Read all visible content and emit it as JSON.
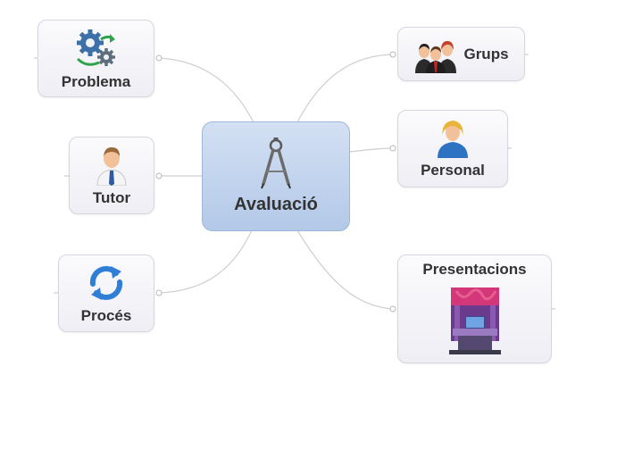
{
  "map": {
    "center": {
      "label": "Avaluació",
      "icon": "compass-icon"
    },
    "topics": [
      {
        "label": "Problema",
        "icon": "gears-icon"
      },
      {
        "label": "Tutor",
        "icon": "teacher-icon"
      },
      {
        "label": "Procés",
        "icon": "refresh-arrows-icon"
      },
      {
        "label": "Grups",
        "icon": "group-people-icon"
      },
      {
        "label": "Personal",
        "icon": "woman-person-icon"
      },
      {
        "label": "Presentacions",
        "icon": "presentation-stand-icon"
      }
    ]
  },
  "colors": {
    "center_fill": "#c3d4ee",
    "node_fill": "#f4f4f8",
    "connector": "#cfcfcf",
    "text": "#333333"
  }
}
